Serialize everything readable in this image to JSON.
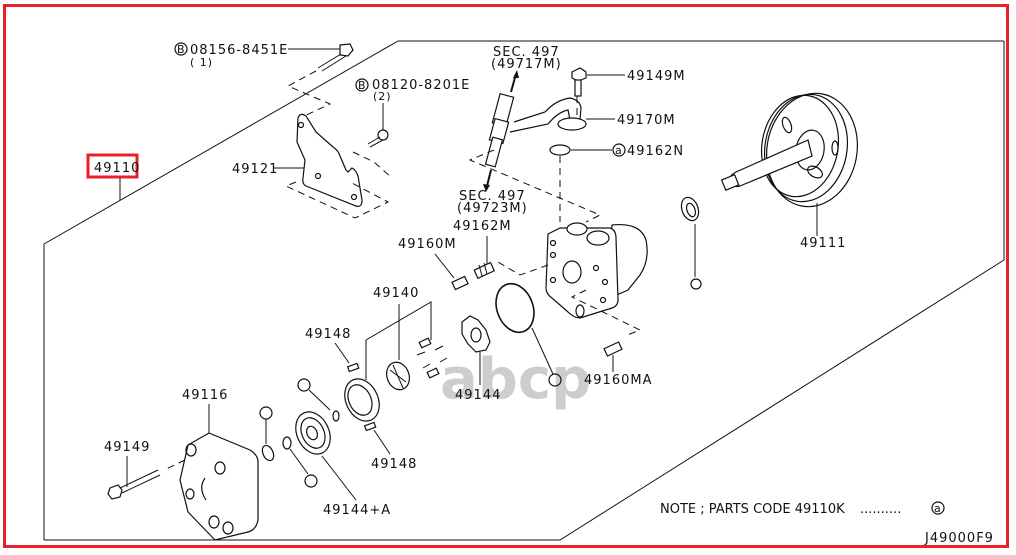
{
  "diagram": {
    "title_code": "J49000F9",
    "assembly_label": "49110",
    "note": {
      "text": "NOTE ; PARTS CODE 49110K",
      "leader": "..........",
      "symbol": "a"
    },
    "watermark": "abcp",
    "callouts": {
      "bolt_upper": {
        "symbol": "B",
        "code": "08156-8451E",
        "qty": "( 1)"
      },
      "bolt_bracket": {
        "symbol": "B",
        "code": "08120-8201E",
        "qty": "(2)"
      },
      "sec_upper": {
        "line1": "SEC. 497",
        "line2": "(49717M)"
      },
      "sec_lower": {
        "line1": "SEC. 497",
        "line2": "(49723M)"
      },
      "p49149M": "49149M",
      "p49170M": "49170M",
      "p49162N": "49162N",
      "p49162N_symbol": "a",
      "p49121": "49121",
      "p49111": "49111",
      "p49160M": "49160M",
      "p49162M": "49162M",
      "p49140": "49140",
      "p49148_upper": "49148",
      "p49148_lower": "49148",
      "p49144": "49144",
      "p49160MA": "49160MA",
      "p49116": "49116",
      "p49149": "49149",
      "p49144A": "49144+A",
      "a_symbol": "a"
    }
  }
}
